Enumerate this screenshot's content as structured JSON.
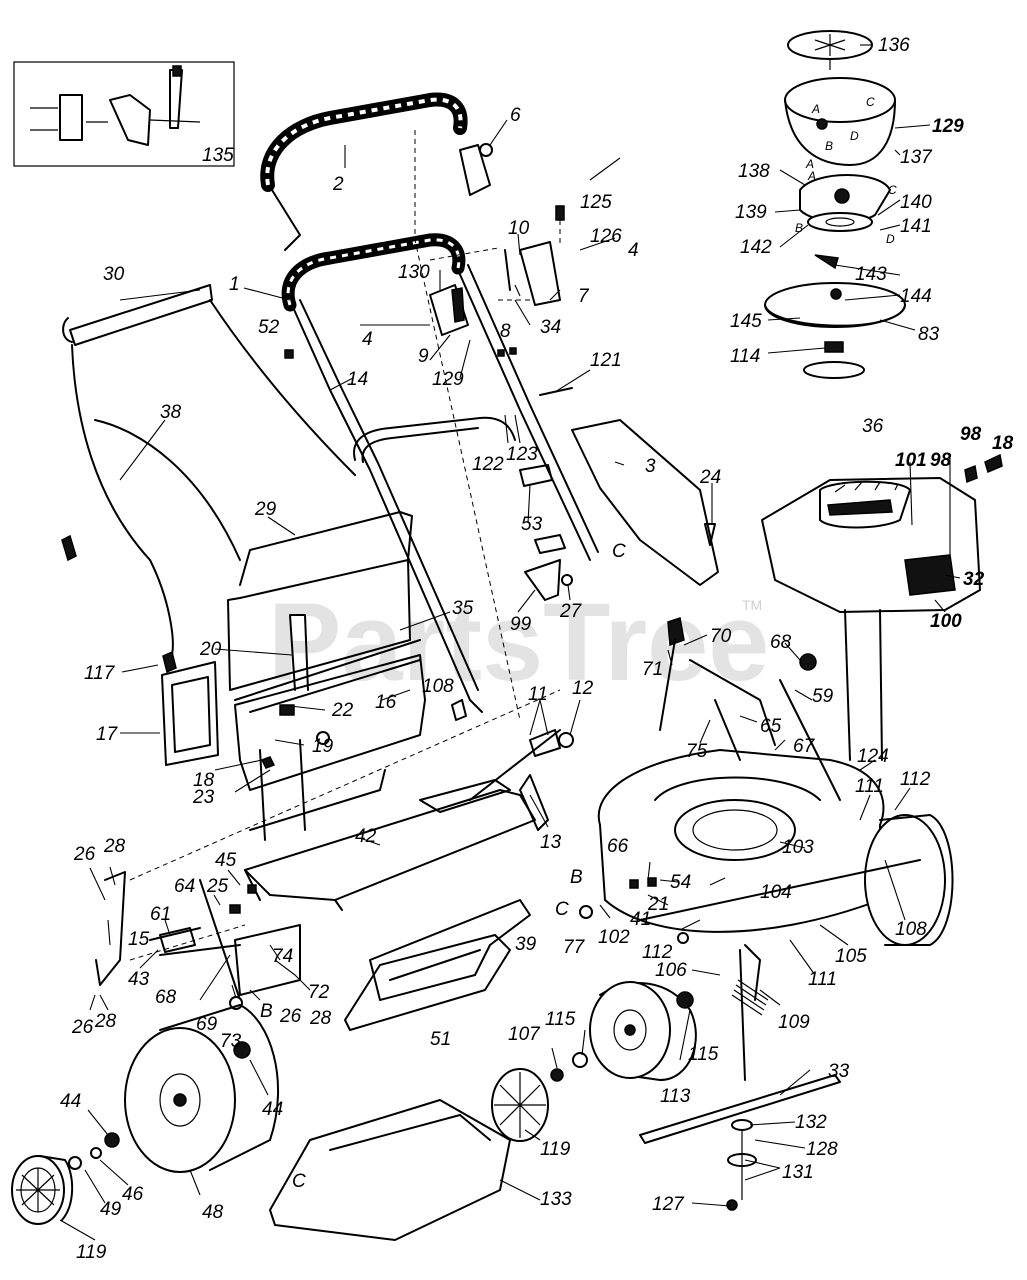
{
  "watermark": {
    "text": "PartsTree",
    "trademark": "TM"
  },
  "inset_box": {
    "callout": "135"
  },
  "callouts": [
    {
      "id": "c1",
      "text": "1"
    },
    {
      "id": "c2",
      "text": "2"
    },
    {
      "id": "c3",
      "text": "3"
    },
    {
      "id": "c4a",
      "text": "4"
    },
    {
      "id": "c4b",
      "text": "4"
    },
    {
      "id": "c6",
      "text": "6"
    },
    {
      "id": "c7",
      "text": "7"
    },
    {
      "id": "c8",
      "text": "8"
    },
    {
      "id": "c9",
      "text": "9"
    },
    {
      "id": "c10",
      "text": "10"
    },
    {
      "id": "c11",
      "text": "11"
    },
    {
      "id": "c12",
      "text": "12"
    },
    {
      "id": "c13",
      "text": "13"
    },
    {
      "id": "c14",
      "text": "14"
    },
    {
      "id": "c15",
      "text": "15"
    },
    {
      "id": "c16",
      "text": "16"
    },
    {
      "id": "c17",
      "text": "17"
    },
    {
      "id": "c18a",
      "text": "18"
    },
    {
      "id": "c18b",
      "text": "18"
    },
    {
      "id": "c19",
      "text": "19"
    },
    {
      "id": "c20",
      "text": "20"
    },
    {
      "id": "c21",
      "text": "21"
    },
    {
      "id": "c22",
      "text": "22"
    },
    {
      "id": "c23",
      "text": "23"
    },
    {
      "id": "c24",
      "text": "24"
    },
    {
      "id": "c25",
      "text": "25"
    },
    {
      "id": "c26a",
      "text": "26"
    },
    {
      "id": "c26b",
      "text": "26"
    },
    {
      "id": "c26c",
      "text": "26"
    },
    {
      "id": "c27",
      "text": "27"
    },
    {
      "id": "c28a",
      "text": "28"
    },
    {
      "id": "c28b",
      "text": "28"
    },
    {
      "id": "c28c",
      "text": "28"
    },
    {
      "id": "c29",
      "text": "29"
    },
    {
      "id": "c30",
      "text": "30"
    },
    {
      "id": "c32",
      "text": "32"
    },
    {
      "id": "c33",
      "text": "33"
    },
    {
      "id": "c34",
      "text": "34"
    },
    {
      "id": "c35",
      "text": "35"
    },
    {
      "id": "c36",
      "text": "36"
    },
    {
      "id": "c38",
      "text": "38"
    },
    {
      "id": "c39",
      "text": "39"
    },
    {
      "id": "c41",
      "text": "41"
    },
    {
      "id": "c42",
      "text": "42"
    },
    {
      "id": "c43",
      "text": "43"
    },
    {
      "id": "c44a",
      "text": "44"
    },
    {
      "id": "c44b",
      "text": "44"
    },
    {
      "id": "c45",
      "text": "45"
    },
    {
      "id": "c46",
      "text": "46"
    },
    {
      "id": "c48",
      "text": "48"
    },
    {
      "id": "c49",
      "text": "49"
    },
    {
      "id": "c51",
      "text": "51"
    },
    {
      "id": "c52",
      "text": "52"
    },
    {
      "id": "c53",
      "text": "53"
    },
    {
      "id": "c54",
      "text": "54"
    },
    {
      "id": "c59",
      "text": "59"
    },
    {
      "id": "c61",
      "text": "61"
    },
    {
      "id": "c64",
      "text": "64"
    },
    {
      "id": "c65",
      "text": "65"
    },
    {
      "id": "c66",
      "text": "66"
    },
    {
      "id": "c67",
      "text": "67"
    },
    {
      "id": "c68a",
      "text": "68"
    },
    {
      "id": "c68b",
      "text": "68"
    },
    {
      "id": "c69",
      "text": "69"
    },
    {
      "id": "c70",
      "text": "70"
    },
    {
      "id": "c71",
      "text": "71"
    },
    {
      "id": "c72",
      "text": "72"
    },
    {
      "id": "c73",
      "text": "73"
    },
    {
      "id": "c74",
      "text": "74"
    },
    {
      "id": "c75",
      "text": "75"
    },
    {
      "id": "c77",
      "text": "77"
    },
    {
      "id": "c83",
      "text": "83"
    },
    {
      "id": "c98a",
      "text": "98"
    },
    {
      "id": "c98b",
      "text": "98"
    },
    {
      "id": "c99",
      "text": "99"
    },
    {
      "id": "c100",
      "text": "100"
    },
    {
      "id": "c101",
      "text": "101"
    },
    {
      "id": "c102",
      "text": "102"
    },
    {
      "id": "c103",
      "text": "103"
    },
    {
      "id": "c104",
      "text": "104"
    },
    {
      "id": "c105",
      "text": "105"
    },
    {
      "id": "c106",
      "text": "106"
    },
    {
      "id": "c107",
      "text": "107"
    },
    {
      "id": "c108a",
      "text": "108"
    },
    {
      "id": "c108b",
      "text": "108"
    },
    {
      "id": "c109",
      "text": "109"
    },
    {
      "id": "c111a",
      "text": "111"
    },
    {
      "id": "c111b",
      "text": "111"
    },
    {
      "id": "c112a",
      "text": "112"
    },
    {
      "id": "c112b",
      "text": "112"
    },
    {
      "id": "c113",
      "text": "113"
    },
    {
      "id": "c114",
      "text": "114"
    },
    {
      "id": "c115a",
      "text": "115"
    },
    {
      "id": "c115b",
      "text": "115"
    },
    {
      "id": "c117",
      "text": "117"
    },
    {
      "id": "c119a",
      "text": "119"
    },
    {
      "id": "c119b",
      "text": "119"
    },
    {
      "id": "c121",
      "text": "121"
    },
    {
      "id": "c122",
      "text": "122"
    },
    {
      "id": "c123",
      "text": "123"
    },
    {
      "id": "c124",
      "text": "124"
    },
    {
      "id": "c125",
      "text": "125"
    },
    {
      "id": "c126",
      "text": "126"
    },
    {
      "id": "c127",
      "text": "127"
    },
    {
      "id": "c128",
      "text": "128"
    },
    {
      "id": "c129a",
      "text": "129"
    },
    {
      "id": "c129b",
      "text": "129"
    },
    {
      "id": "c130",
      "text": "130"
    },
    {
      "id": "c131",
      "text": "131"
    },
    {
      "id": "c132",
      "text": "132"
    },
    {
      "id": "c133",
      "text": "133"
    },
    {
      "id": "c136",
      "text": "136"
    },
    {
      "id": "c137",
      "text": "137"
    },
    {
      "id": "c138",
      "text": "138"
    },
    {
      "id": "c139",
      "text": "139"
    },
    {
      "id": "c140",
      "text": "140"
    },
    {
      "id": "c141",
      "text": "141"
    },
    {
      "id": "c142",
      "text": "142"
    },
    {
      "id": "c143",
      "text": "143"
    },
    {
      "id": "c144",
      "text": "144"
    },
    {
      "id": "c145",
      "text": "145"
    }
  ],
  "reference_letters": [
    {
      "id": "lB1",
      "text": "B"
    },
    {
      "id": "lC1",
      "text": "C"
    },
    {
      "id": "lB2",
      "text": "B"
    },
    {
      "id": "lC2",
      "text": "C"
    },
    {
      "id": "lC3",
      "text": "C"
    },
    {
      "id": "lA1",
      "text": "A"
    },
    {
      "id": "lA2",
      "text": "A"
    },
    {
      "id": "lB3",
      "text": "B"
    },
    {
      "id": "lC4",
      "text": "C"
    },
    {
      "id": "lD1",
      "text": "D"
    },
    {
      "id": "lA3",
      "text": "A"
    },
    {
      "id": "lB4",
      "text": "B"
    },
    {
      "id": "lC5",
      "text": "C"
    },
    {
      "id": "lD2",
      "text": "D"
    }
  ]
}
